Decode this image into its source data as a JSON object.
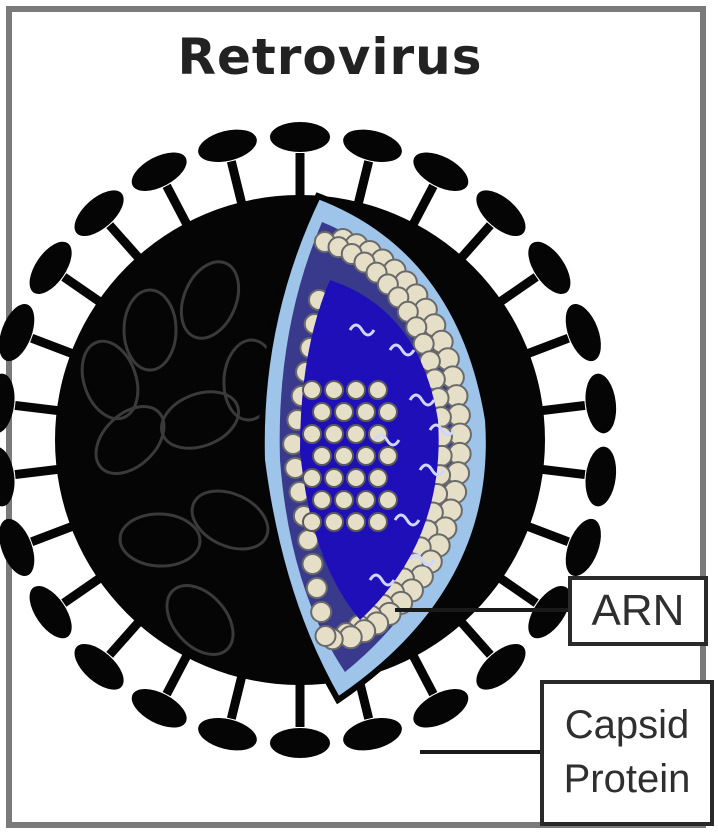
{
  "diagram": {
    "title": "Retrovirus",
    "labels": {
      "arn": "ARN",
      "capsid_line1": "Capsid",
      "capsid_line2": "Protein"
    },
    "colors": {
      "envelope": "#050505",
      "spike": "#050505",
      "membrane": "#9ec4ea",
      "core": "#1f0fb8",
      "capsomere": "#e6dfc8",
      "label_border": "#2a2a2a"
    }
  }
}
